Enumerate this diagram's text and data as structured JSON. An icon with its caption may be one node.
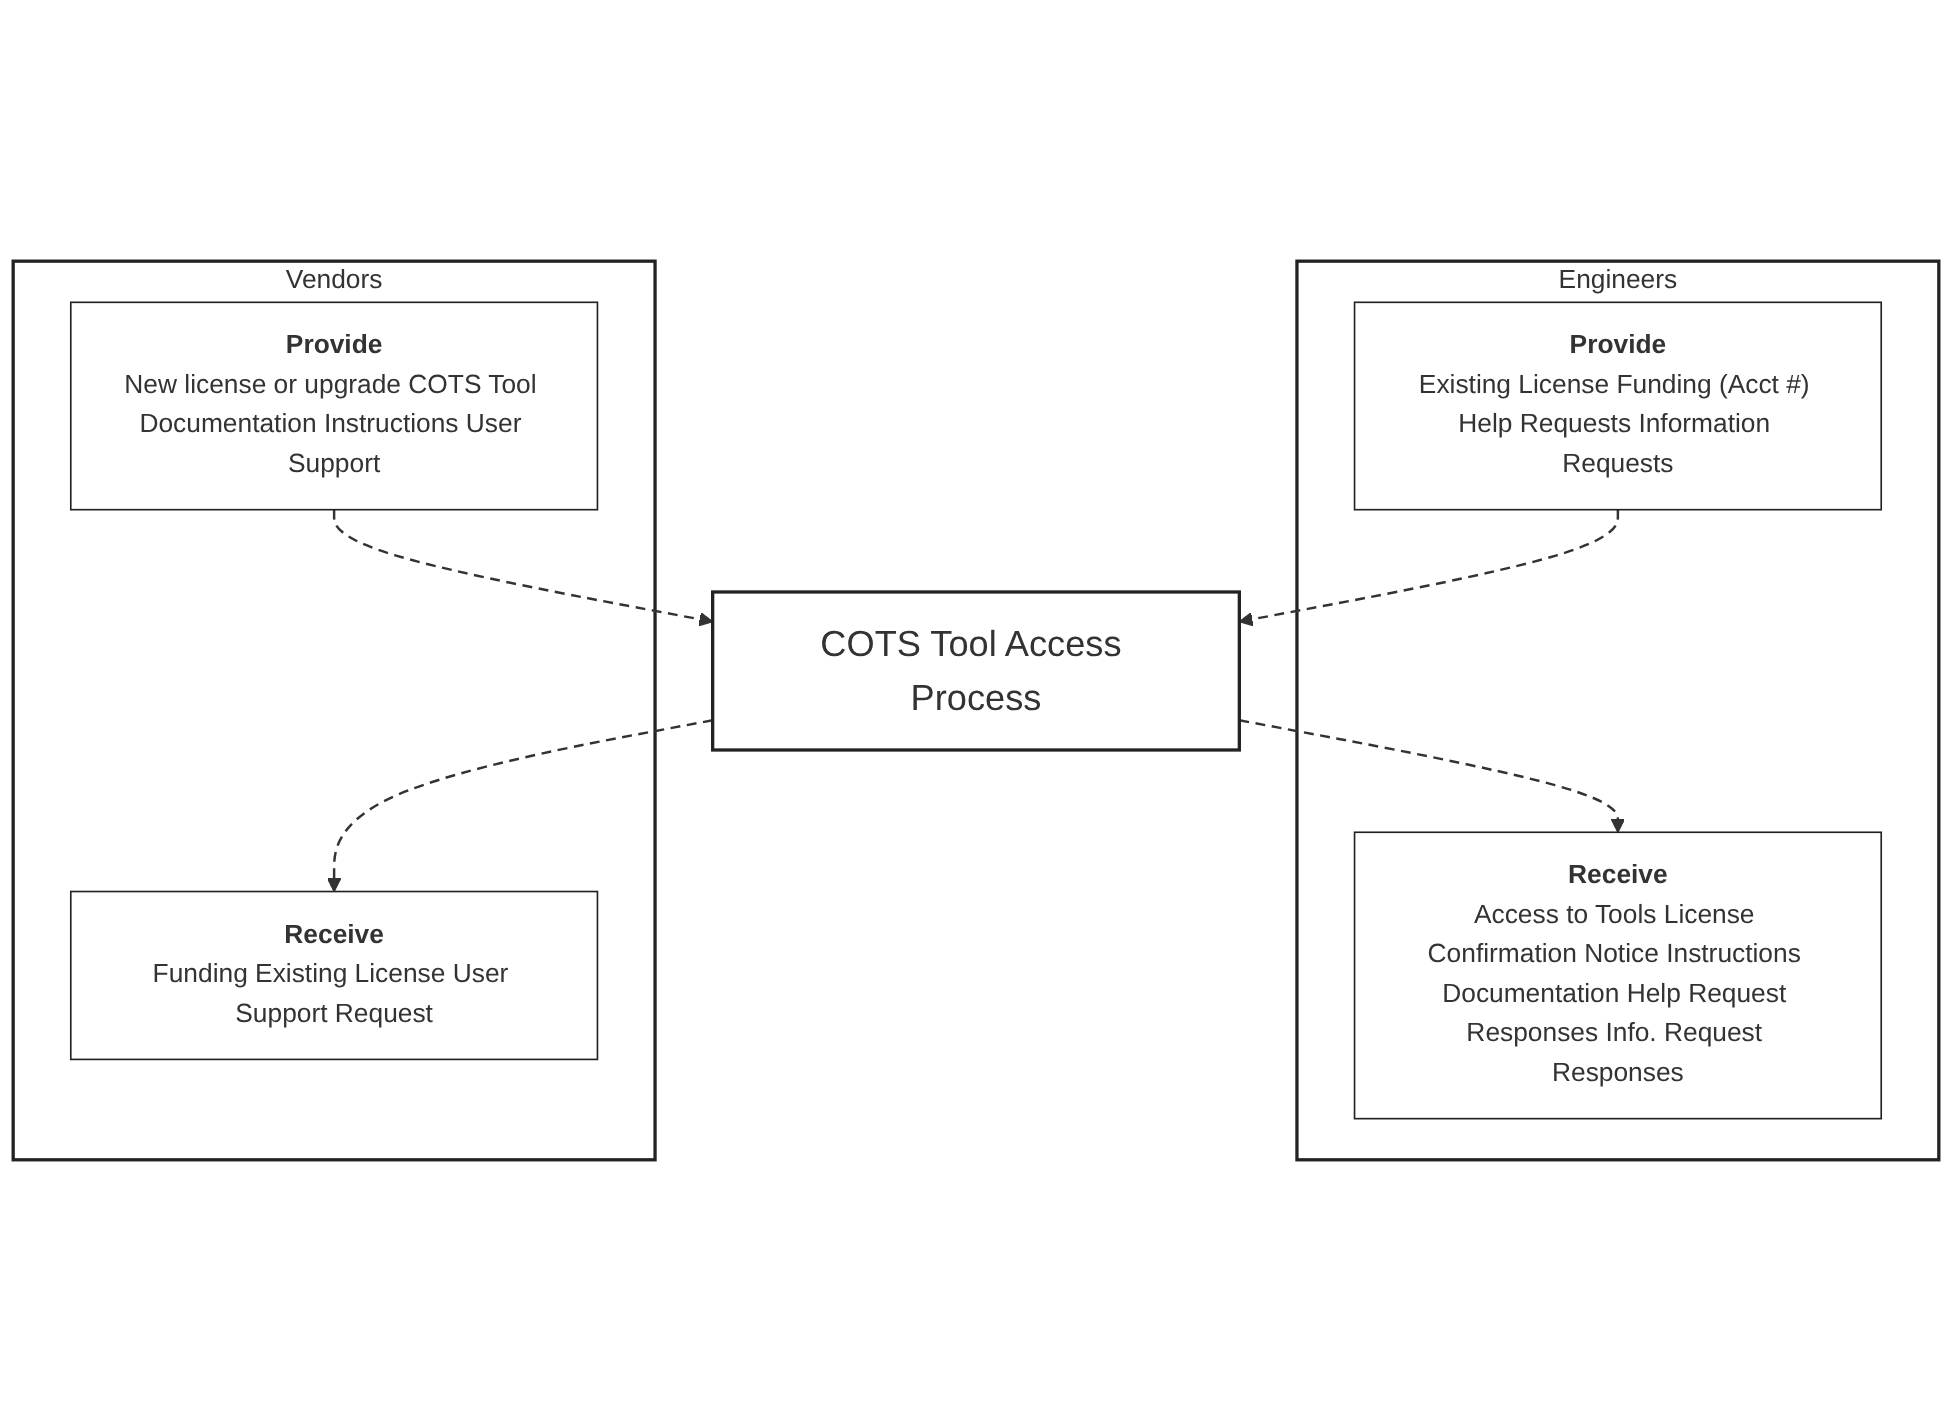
{
  "diagram": {
    "nodes": [
      {
        "text": [
          "Engineers"
        ]
      },
      {
        "text": [
          "Provide",
          "Existing License Funding (Acct #) Help Requests Information Requests"
        ],
        "in": 0
      },
      {
        "text": [
          "Receive",
          "Access to Tools License Confirmation Notice Instructions Documentation Help Request Responses Info. Request Responses"
        ],
        "in": 0
      },
      {
        "text": [
          "COTS Tool Access Process"
        ]
      },
      {
        "text": [
          "Vendors"
        ]
      },
      {
        "text": [
          "Provide",
          "New license or upgrade COTS Tool Documentation Instructions User Support"
        ],
        "in": 4
      },
      {
        "text": [
          "Receive",
          "Funding Existing License User Support Request"
        ],
        "in": 4
      }
    ],
    "edges": [
      {
        "from": 1,
        "to": 3,
        "arrow": "to",
        "style": "dashed"
      },
      {
        "from": 3,
        "to": 2,
        "arrow": "to",
        "style": "dashed"
      },
      {
        "from": 5,
        "to": 3,
        "arrow": "to",
        "style": "dashed"
      },
      {
        "from": 3,
        "to": 6,
        "arrow": "to",
        "style": "dashed"
      }
    ]
  }
}
